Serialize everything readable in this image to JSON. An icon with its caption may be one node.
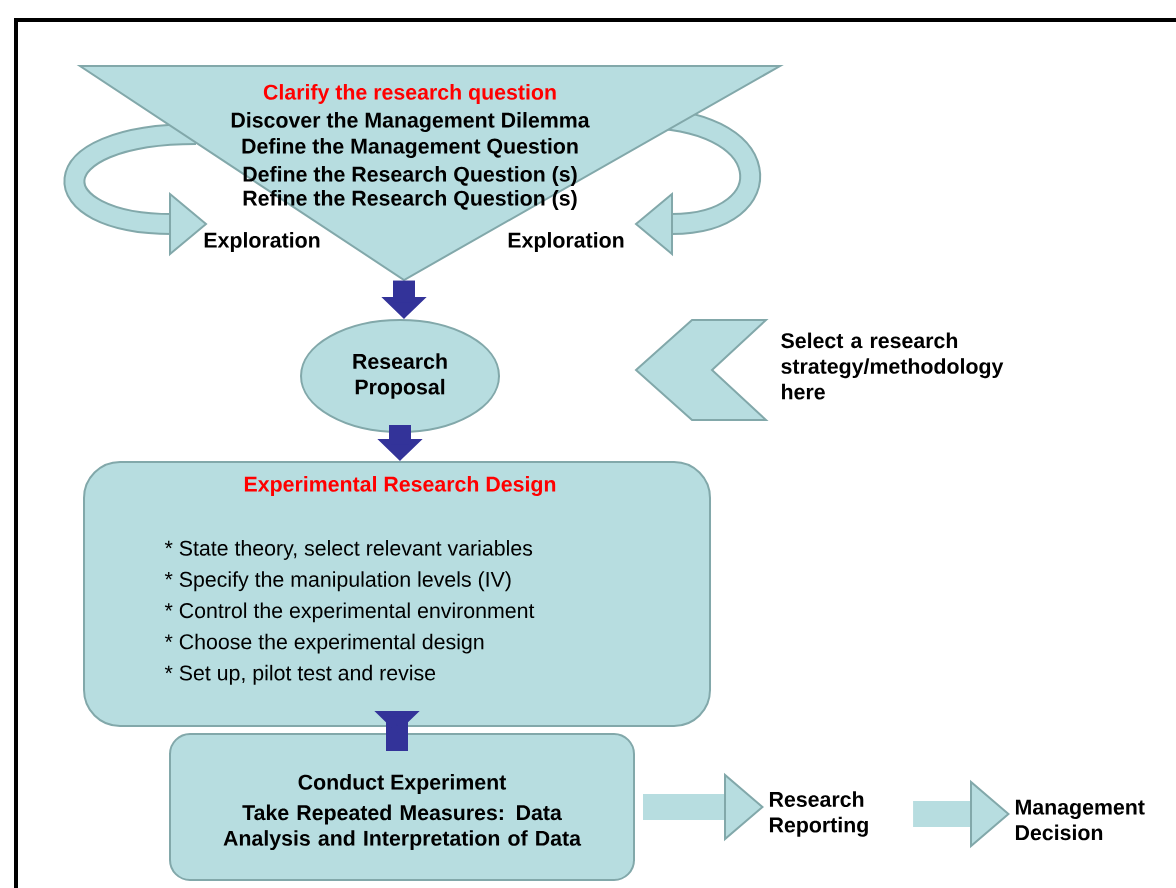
{
  "diagram": {
    "nodes": [
      {
        "text": [
          "Clarify the research question",
          "Discover the Management Dilemma",
          "Define the Management Question",
          "Define the Research Question (s)",
          "Refine the Research Question (s)"
        ]
      },
      {
        "text": [
          "Research Proposal"
        ]
      },
      {
        "text": [
          "Experimental Research Design",
          "* State theory, select relevant variables",
          "* Specify the manipulation levels (IV)",
          "* Control the experimental environment",
          "* Choose the experimental design",
          "* Set up, pilot test and revise"
        ]
      },
      {
        "text": [
          "Conduct Experiment",
          "Take Repeated Measures: Data Analysis and Interpretation of Data"
        ]
      },
      {
        "text": [
          "Research Reporting"
        ]
      },
      {
        "text": [
          "Management Decision"
        ]
      },
      {
        "text": [
          "Select a research strategy/methodology here"
        ]
      }
    ],
    "edges": [
      {
        "from": 0,
        "to": 1,
        "arrow": "to"
      },
      {
        "from": 1,
        "to": 2,
        "arrow": "to"
      },
      {
        "from": 2,
        "to": 3,
        "arrow": "to"
      },
      {
        "from": 3,
        "to": 4,
        "arrow": "to",
        "color": "#b7dde0"
      },
      {
        "from": 4,
        "to": 5,
        "arrow": "to",
        "color": "#b7dde0"
      }
    ],
    "labels": [
      "Exploration",
      "Exploration"
    ]
  }
}
